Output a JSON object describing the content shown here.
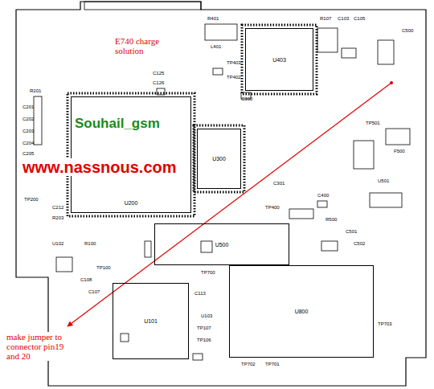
{
  "diagram": {
    "nodes": [
      {
        "text": [
          "U200"
        ]
      },
      {
        "text": [
          "U403"
        ]
      },
      {
        "text": [
          "U300"
        ]
      },
      {
        "text": [
          "U500"
        ]
      },
      {
        "text": [
          "U800"
        ]
      },
      {
        "text": [
          "U101"
        ]
      }
    ],
    "labels": [
      "E740 charge solution",
      "Souhail_gsm",
      "www.nassnous.com",
      "make jumper to connector pin19 and 20",
      "R107",
      "C103",
      "C105",
      "C500",
      "L401",
      "TP403",
      "TP402",
      "R401",
      "C125",
      "C126",
      "R201",
      "C201",
      "C202",
      "C203",
      "C204",
      "C205",
      "TP200",
      "C212",
      "R203",
      "U102",
      "R100",
      "TP100",
      "C107",
      "C108",
      "U103",
      "TP106",
      "TP107",
      "C113",
      "TP700",
      "TP701",
      "TP702",
      "TP703",
      "C300",
      "C301",
      "R500",
      "C501",
      "C502",
      "TP501",
      "F500",
      "U501",
      "TP400",
      "C400"
    ]
  }
}
